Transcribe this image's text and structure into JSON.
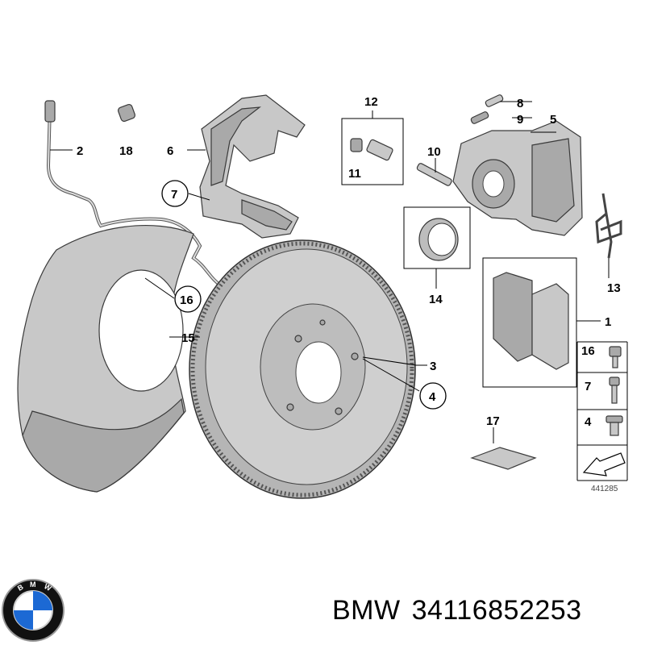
{
  "callouts": {
    "c1": "1",
    "c2": "2",
    "c3": "3",
    "c4": "4",
    "c5": "5",
    "c6": "6",
    "c7": "7",
    "c8": "8",
    "c9": "9",
    "c10": "10",
    "c11": "11",
    "c12": "12",
    "c13": "13",
    "c14": "14",
    "c15": "15",
    "c16": "16",
    "c17": "17",
    "c18": "18",
    "legend16": "16",
    "legend7": "7",
    "legend4": "4"
  },
  "diagram_number": "441285",
  "footer": {
    "brand": "BMW",
    "part_number": "34116852253"
  },
  "logo": {
    "ring_letters": "BMW",
    "colors": {
      "blue": "#1c69d4",
      "white": "#ffffff",
      "ring": "#111111"
    }
  }
}
